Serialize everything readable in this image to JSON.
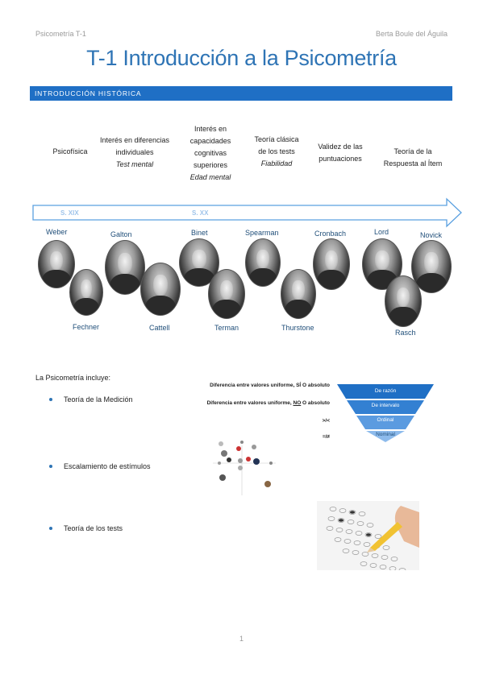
{
  "header": {
    "left": "Psicometría T-1",
    "right": "Berta Boule del Águila"
  },
  "title": "T-1 Introducción a la Psicometría",
  "section": "INTRODUCCIÓN HISTÓRICA",
  "topics": [
    {
      "lines": [
        "Psicofísica"
      ],
      "italic": ""
    },
    {
      "lines": [
        "Interés en diferencias",
        "individuales"
      ],
      "italic": "Test mental"
    },
    {
      "lines": [
        "Interés en",
        "capacidades",
        "cognitivas",
        "superiores"
      ],
      "italic": "Edad mental"
    },
    {
      "lines": [
        "Teoría clásica",
        "de los tests"
      ],
      "italic": "Fiabilidad"
    },
    {
      "lines": [
        "Validez de las",
        "puntuaciones"
      ],
      "italic": ""
    },
    {
      "lines": [
        "Teoría de la",
        "Respuesta al Ítem"
      ],
      "italic": ""
    }
  ],
  "eras": [
    "S. XIX",
    "S. XX"
  ],
  "names_top": [
    "Weber",
    "Galton",
    "Binet",
    "Spearman",
    "Cronbach",
    "Lord",
    "Novick"
  ],
  "names_bottom": [
    "Fechner",
    "Cattell",
    "Terman",
    "Thurstone",
    "Rasch"
  ],
  "includes_label": "La Psicometría incluye:",
  "bullets": [
    "Teoría de la Medición",
    "Escalamiento de estímulos",
    "Teoría de los tests"
  ],
  "scale_notes": {
    "line1": "Diferencia entre valores uniforme, SÍ O absoluto",
    "line2_pre": "Diferencia entre valores uniforme, ",
    "line2_no": "NO",
    "line2_post": " O absoluto",
    "line3": ">/<",
    "line4": "=/≠"
  },
  "scale_levels": [
    "De razón",
    "De intervalo",
    "Ordinal",
    "Nominal"
  ],
  "colors": {
    "accent": "#1f6fc5",
    "title": "#2e74b5",
    "arrow_stroke": "#5aa0e0"
  },
  "page_number": "1"
}
